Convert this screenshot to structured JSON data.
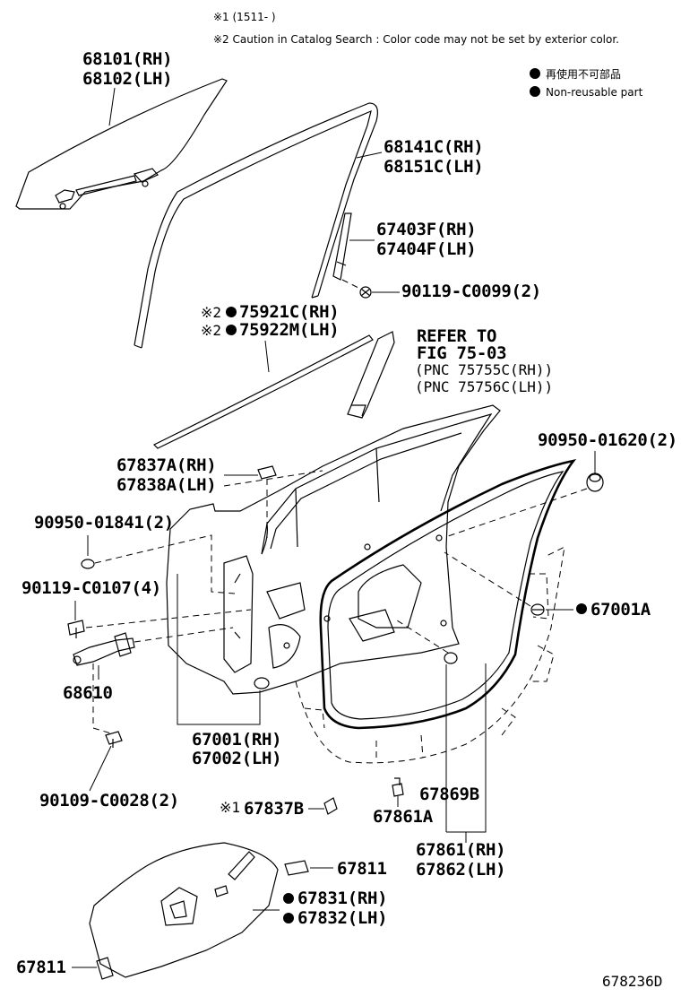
{
  "notes": {
    "note1": "※1 (1511-      )",
    "note2": "※2 Caution in Catalog Search : Color code may not be set by exterior color."
  },
  "legend": {
    "jp": "再使用不可部品",
    "en": "Non-reusable part"
  },
  "labels": {
    "glass_rh": "68101(RH)",
    "glass_lh": "68102(LH)",
    "run_rh": "68141C(RH)",
    "run_lh": "68151C(LH)",
    "sash_rh": "67403F(RH)",
    "sash_lh": "67404F(LH)",
    "bolt_c0099": "90119-C0099(2)",
    "mark_2a": "※2",
    "belt_rh": "75921C(RH)",
    "mark_2b": "※2",
    "belt_lh": "75922M(LH)",
    "refer_1": "REFER TO",
    "refer_2": "FIG 75-03",
    "pnc_rh": "(PNC 75755C(RH))",
    "pnc_lh": "(PNC 75756C(LH))",
    "clip_01620": "90950-01620(2)",
    "frame_rh": "67837A(RH)",
    "frame_lh": "67838A(LH)",
    "plug_01841": "90950-01841(2)",
    "bolt_c0107": "90119-C0107(4)",
    "check": "68610",
    "seal_67001a": "67001A",
    "panel_rh": "67001(RH)",
    "panel_lh": "67002(LH)",
    "bolt_c0028": "90109-C0028(2)",
    "mark_1": "※1",
    "pad_67837b": "67837B",
    "clip_67869b": "67869B",
    "clip_67861a": "67861A",
    "ws_rh": "67861(RH)",
    "ws_lh": "67862(LH)",
    "foam_top": "67811",
    "cover_rh": "67831(RH)",
    "cover_lh": "67832(LH)",
    "foam_bottom": "67811",
    "fig_id": "678236D"
  }
}
